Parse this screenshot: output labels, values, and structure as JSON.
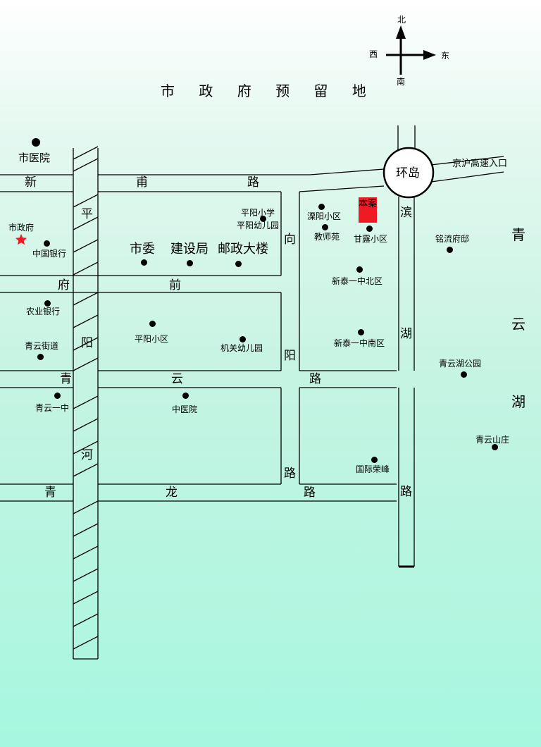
{
  "title": "市 政 府 预 留 地",
  "compass": {
    "north": "北",
    "south": "南",
    "east": "东",
    "west": "西"
  },
  "roads": {
    "xinfu_road": [
      "新",
      "甫",
      "路"
    ],
    "fuqian": [
      "府",
      "前"
    ],
    "qingyun_road": [
      "青",
      "云",
      "路"
    ],
    "qinglong_road": [
      "青",
      "龙",
      "路"
    ],
    "xiangyang_road": [
      "向",
      "阳",
      "路"
    ],
    "binhu_road": [
      "滨",
      "湖",
      "路"
    ],
    "pingyang_river": [
      "平",
      "阳",
      "河"
    ]
  },
  "roundabout": "环岛",
  "expressway": "京沪高速入口",
  "project_label": "本案",
  "lake": [
    "青",
    "云",
    "湖"
  ],
  "places": {
    "city_hospital": "市医院",
    "city_government": "市政府",
    "bank_of_china": "中国银行",
    "party_committee": "市委",
    "construction_bureau": "建设局",
    "post_building": "邮政大楼",
    "pingyang_primary": "平阳小学",
    "pingyang_kindergarten": "平阳幼儿园",
    "liyang_community": "溧阳小区",
    "teachers_garden": "教师苑",
    "ganlu_community": "甘露小区",
    "mingliu_mansion": "铭流府邸",
    "xintai_north": "新泰一中北区",
    "agricultural_bank": "农业银行",
    "pingyang_community": "平阳小区",
    "qingyun_subdistrict": "青云街道",
    "organ_kindergarten": "机关幼儿园",
    "xintai_south": "新泰一中南区",
    "qingyun_park": "青云湖公园",
    "qingyun_no1": "青云一中",
    "tcm_hospital": "中医院",
    "qingyun_villa": "青云山庄",
    "guoji_rongfeng": "国际荣峰"
  },
  "colors": {
    "background_top": "#ffffff",
    "background_bottom": "#a6f7df",
    "project_marker": "#ee1b24",
    "government_star": "#ee1b24"
  }
}
